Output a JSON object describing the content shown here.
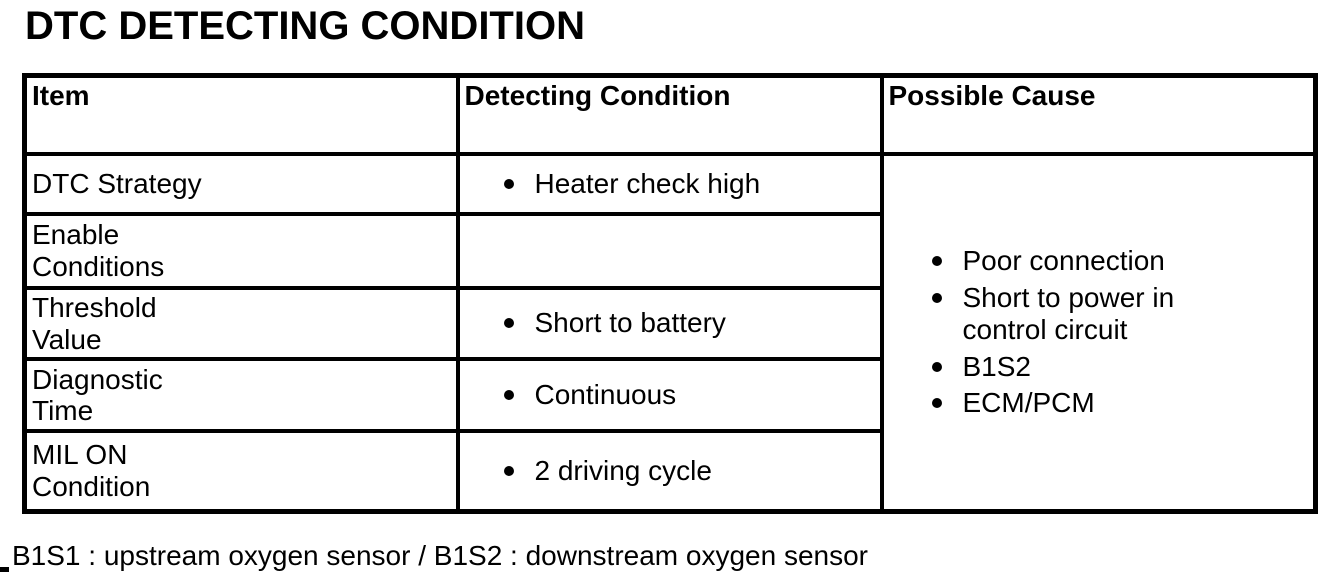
{
  "page": {
    "title": "DTC DETECTING CONDITION",
    "footnote": "B1S1 : upstream oxygen sensor / B1S2 : downstream oxygen sensor"
  },
  "table": {
    "headers": [
      "Item",
      "Detecting Condition",
      "Possible Cause"
    ],
    "rows": [
      {
        "item_lines": [
          "DTC Strategy"
        ],
        "condition_items": [
          "Heater check high"
        ]
      },
      {
        "item_lines": [
          "Enable",
          "Conditions"
        ],
        "condition_items": []
      },
      {
        "item_lines": [
          "Threshold",
          "Value"
        ],
        "condition_items": [
          "Short to battery"
        ]
      },
      {
        "item_lines": [
          "Diagnostic",
          "Time"
        ],
        "condition_items": [
          "Continuous"
        ]
      },
      {
        "item_lines": [
          "MIL ON",
          "Condition"
        ],
        "condition_items": [
          "2 driving cycle"
        ]
      }
    ],
    "possible_cause_items": [
      "Poor connection",
      "Short to power in control circuit",
      "B1S2",
      "ECM/PCM"
    ]
  },
  "colors": {
    "text": "#000000",
    "background": "#ffffff",
    "border": "#000000"
  }
}
